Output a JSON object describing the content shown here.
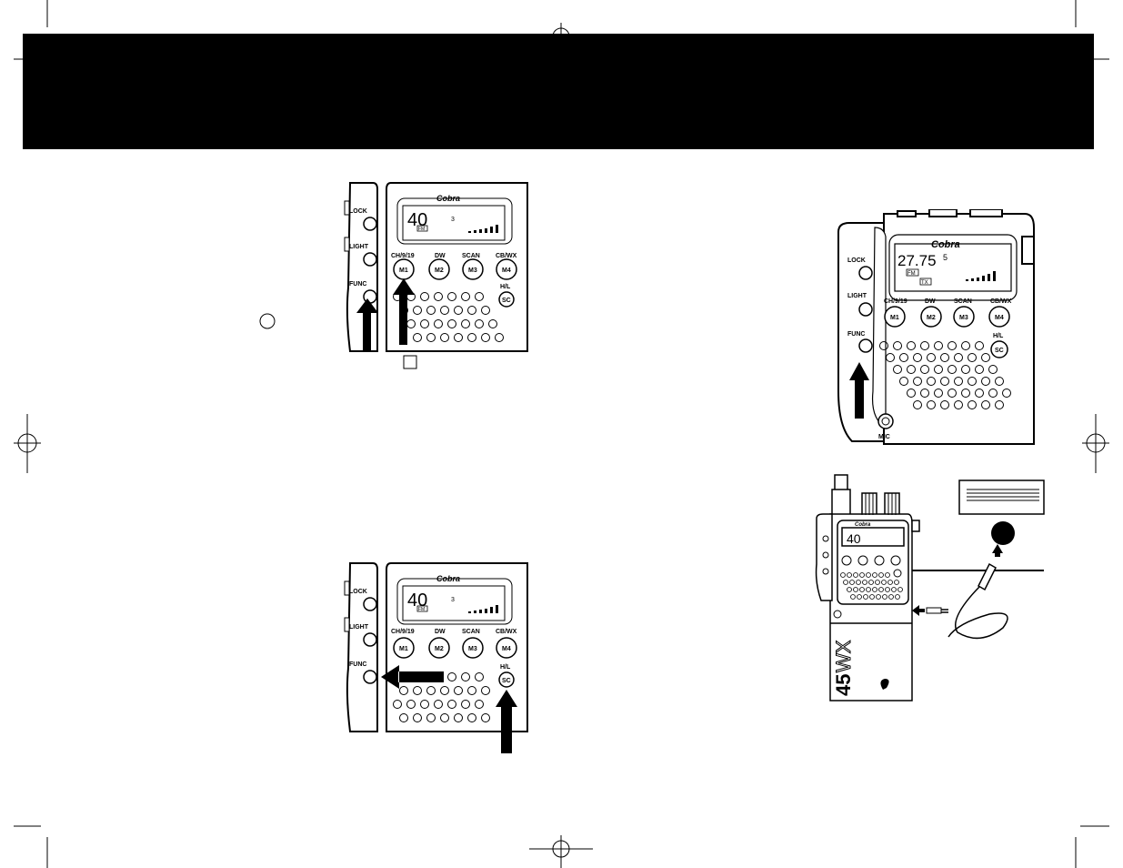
{
  "brand": "Cobra",
  "radio": {
    "side_buttons": [
      "LOCK",
      "LIGHT",
      "FUNC"
    ],
    "top_buttons": [
      {
        "label": "CH/9/19",
        "key": "M1"
      },
      {
        "label": "DW",
        "key": "M2"
      },
      {
        "label": "SCAN",
        "key": "M3"
      },
      {
        "label": "CB/WX",
        "key": "M4"
      }
    ],
    "hl_label": "H/L",
    "sc_label": "SC",
    "mic_label": "MIC"
  },
  "figures": {
    "fig1": {
      "channel": "40",
      "small": "3",
      "mode": "FM"
    },
    "fig2": {
      "channel": "40",
      "small": "3",
      "mode": "FM"
    },
    "fig3": {
      "frequency": "27.75",
      "suffix": "5",
      "mode": "FM",
      "tx": "TX"
    },
    "fig4": {
      "channel": "40",
      "model_number": "45",
      "model_suffix": "WX"
    }
  },
  "colors": {
    "header": "#000000",
    "ink": "#000000",
    "paper": "#ffffff"
  }
}
